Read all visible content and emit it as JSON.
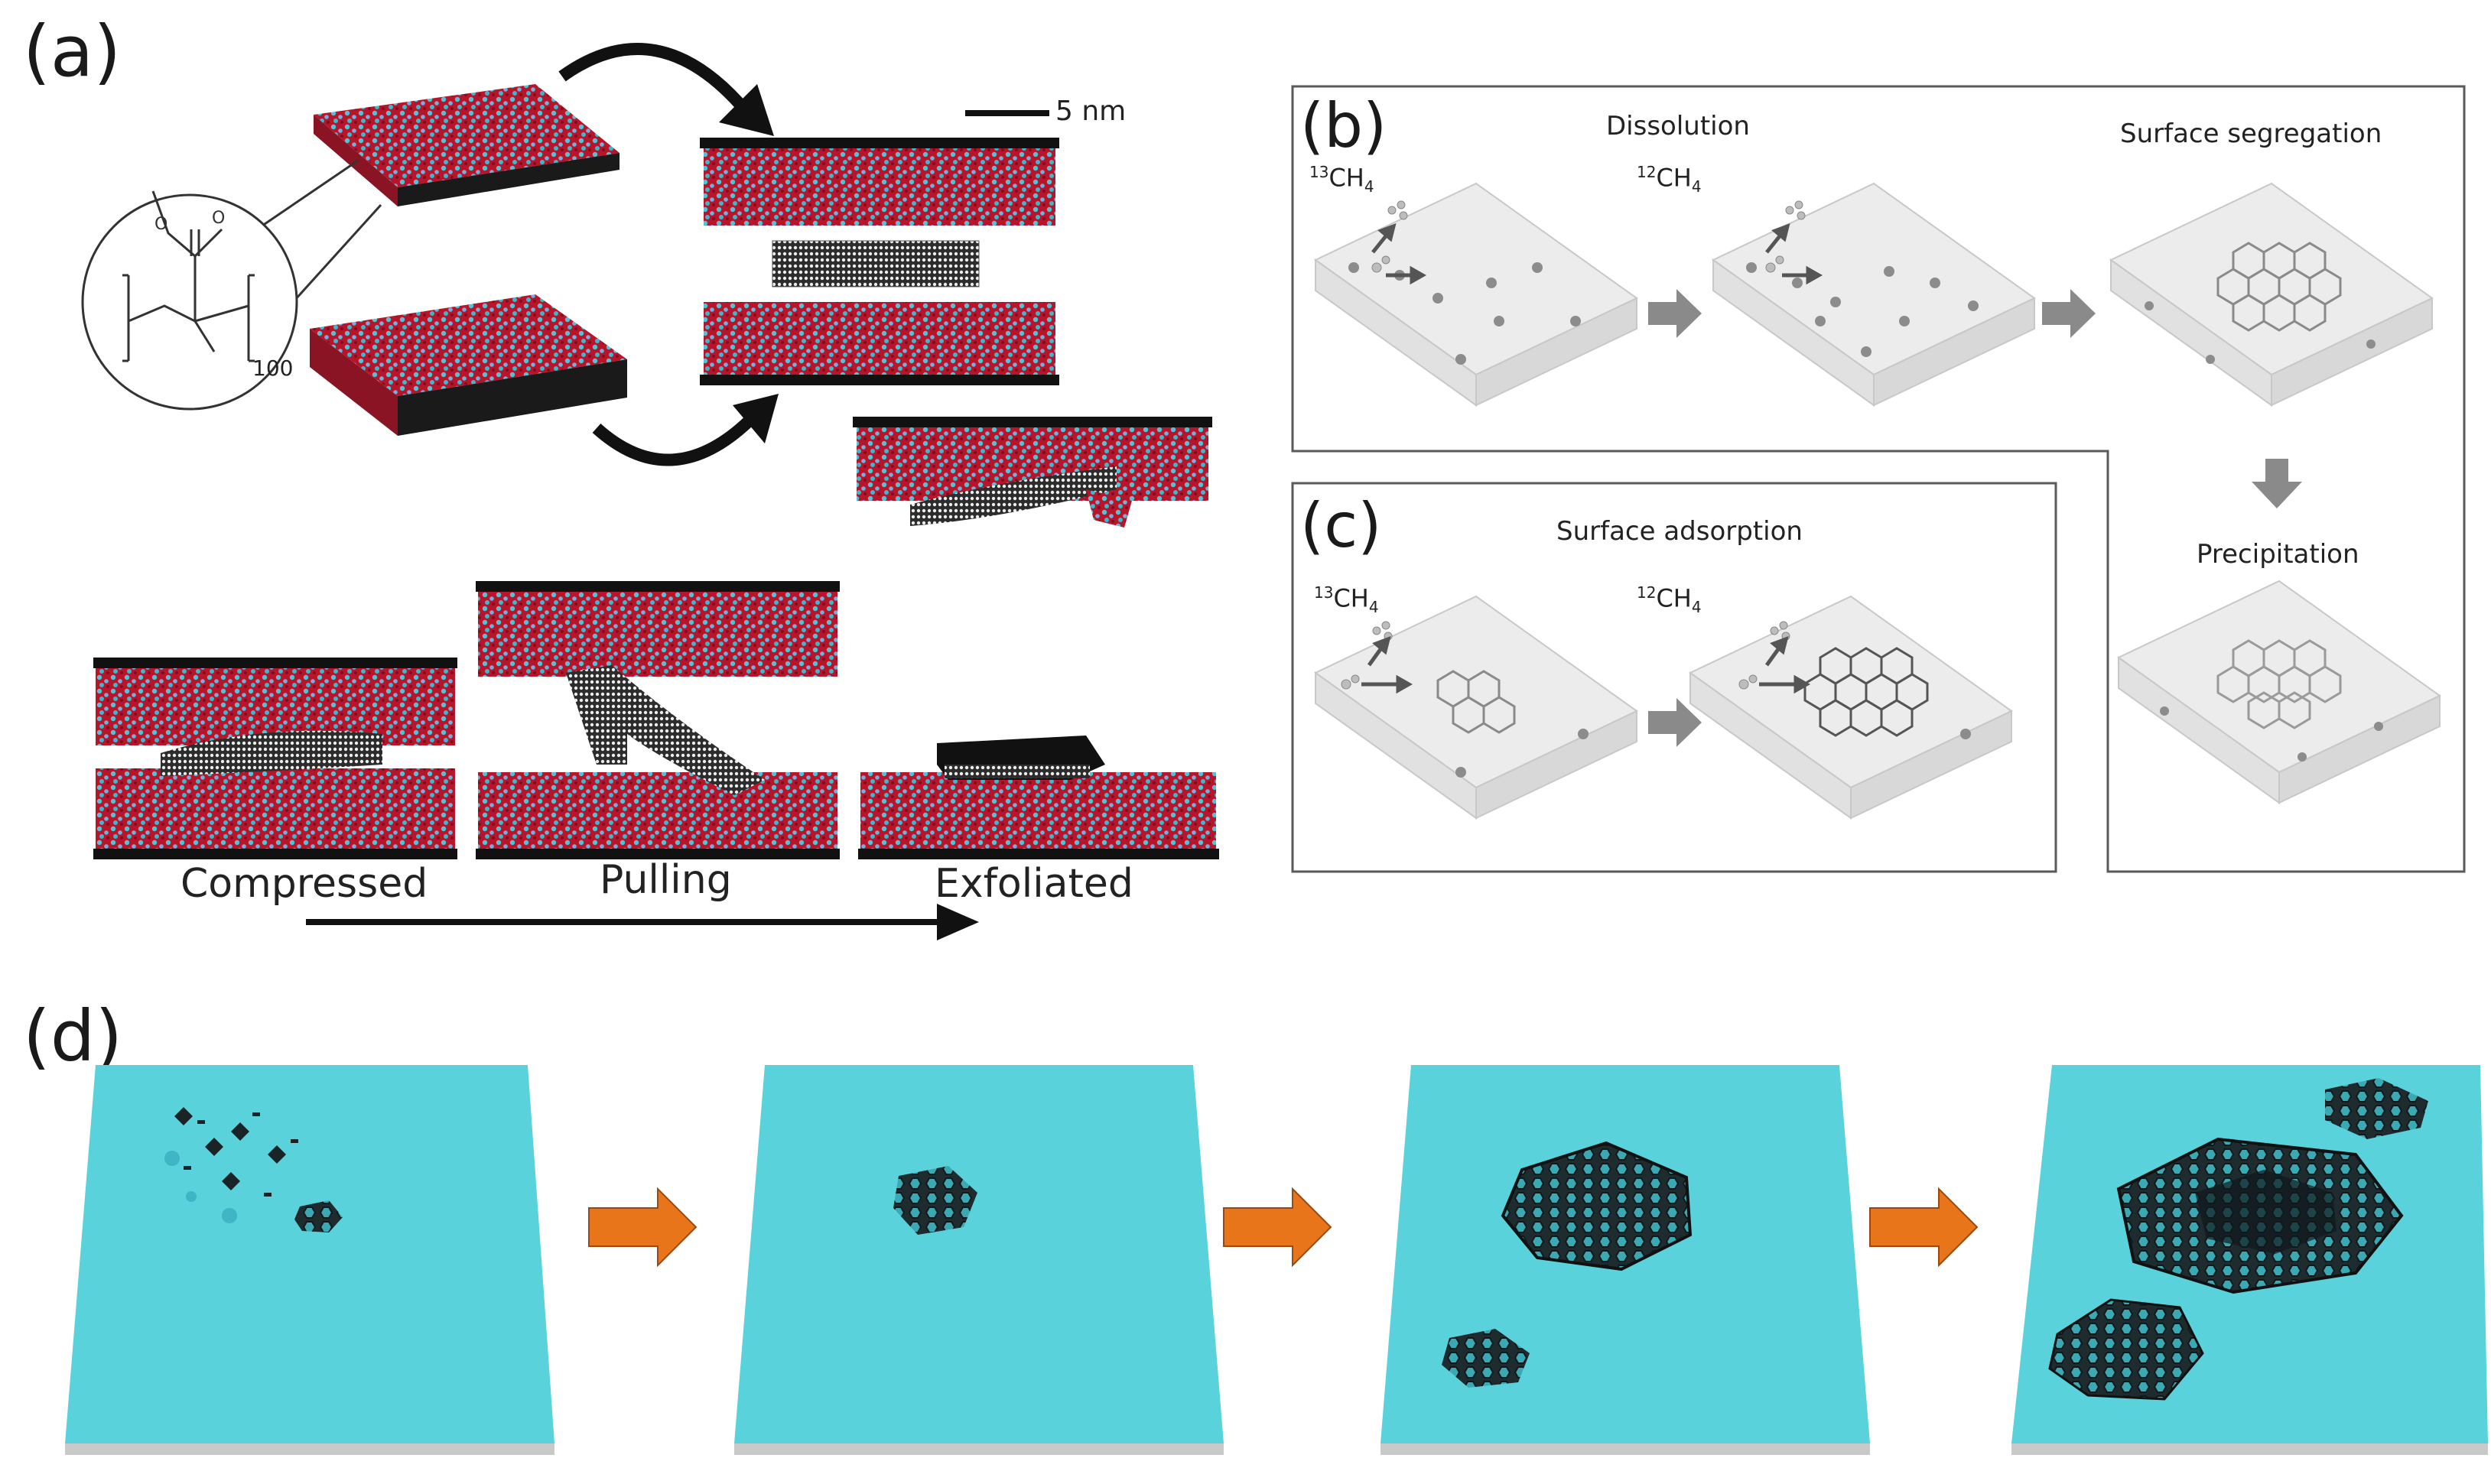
{
  "panel_a": {
    "letter": "(a)",
    "scale_bar_label": "5 nm",
    "monomer_subscript": "100",
    "stage_labels": [
      "Compressed",
      "Pulling",
      "Exfoliated"
    ]
  },
  "panel_b": {
    "letter": "(b)",
    "step1_title": "Dissolution",
    "step2_title": "Surface segregation",
    "step3_title": "Precipitation",
    "isotope_13_sup": "13",
    "isotope_13_main": "CH",
    "isotope_13_sub": "4",
    "isotope_12_sup": "12",
    "isotope_12_main": "CH",
    "isotope_12_sub": "4"
  },
  "panel_c": {
    "letter": "(c)",
    "title": "Surface adsorption",
    "isotope_13_sup": "13",
    "isotope_13_main": "CH",
    "isotope_13_sub": "4",
    "isotope_12_sup": "12",
    "isotope_12_main": "CH",
    "isotope_12_sub": "4"
  },
  "panel_d": {
    "letter": "(d)"
  },
  "colors": {
    "substrate": "#5ad2dc",
    "polymer_red": "#c0182b",
    "polymer_cyan": "#4fc3d8",
    "arrow_orange": "#e8751a",
    "arrow_gray": "#8a8a8a",
    "graphene": "#1f2a2e"
  }
}
